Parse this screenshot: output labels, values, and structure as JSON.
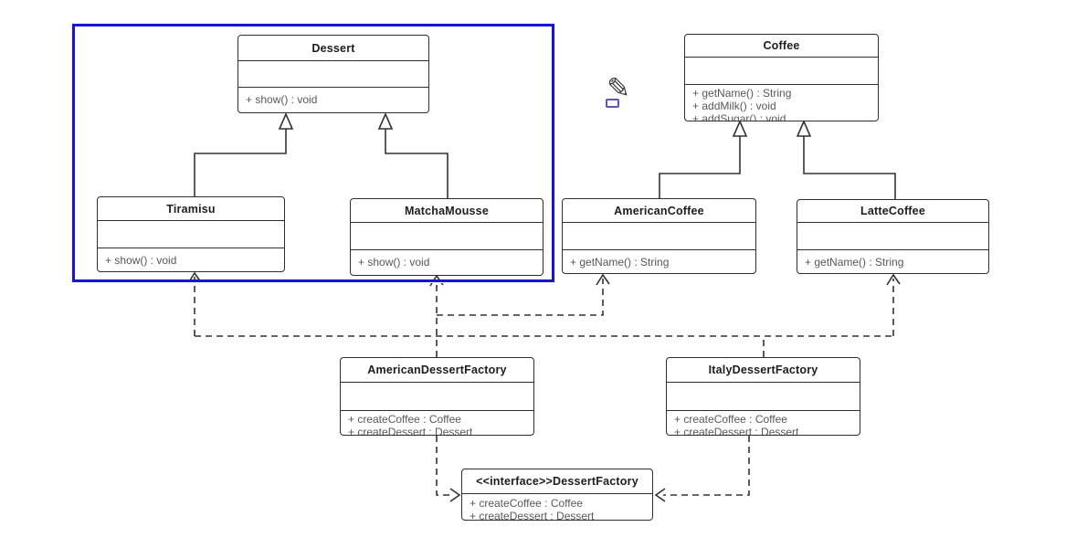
{
  "colors": {
    "selection_blue": "#1414dd",
    "line": "#333333",
    "method_text": "#585858",
    "swatch_border": "#5b55c8"
  },
  "icons": {
    "pencil_glyph": "✎"
  },
  "classes": {
    "dessert": {
      "name": "Dessert",
      "methods": [
        "+ show() : void"
      ]
    },
    "tiramisu": {
      "name": "Tiramisu",
      "methods": [
        "+ show() : void"
      ]
    },
    "matchaMousse": {
      "name": "MatchaMousse",
      "methods": [
        "+ show() : void"
      ]
    },
    "coffee": {
      "name": "Coffee",
      "methods": [
        "+ getName() : String",
        "+ addMilk() : void",
        "+ addSugar() : void"
      ]
    },
    "americanCoffee": {
      "name": "AmericanCoffee",
      "methods": [
        "+ getName() : String"
      ]
    },
    "latteCoffee": {
      "name": "LatteCoffee",
      "methods": [
        "+ getName() : String"
      ]
    },
    "americanDessertFactory": {
      "name": "AmericanDessertFactory",
      "methods": [
        "+ createCoffee : Coffee",
        "+ createDessert : Dessert"
      ]
    },
    "italyDessertFactory": {
      "name": "ItalyDessertFactory",
      "methods": [
        "+ createCoffee : Coffee",
        "+ createDessert : Dessert"
      ]
    },
    "dessertFactoryInterface": {
      "name": "<<interface>>DessertFactory",
      "methods": [
        "+ createCoffee : Coffee",
        "+ createDessert : Dessert"
      ]
    }
  },
  "relationships": [
    {
      "from": "Tiramisu",
      "to": "Dessert",
      "type": "inheritance"
    },
    {
      "from": "MatchaMousse",
      "to": "Dessert",
      "type": "inheritance"
    },
    {
      "from": "AmericanCoffee",
      "to": "Coffee",
      "type": "inheritance"
    },
    {
      "from": "LatteCoffee",
      "to": "Coffee",
      "type": "inheritance"
    },
    {
      "from": "AmericanDessertFactory",
      "to": "MatchaMousse",
      "type": "dependency-dashed"
    },
    {
      "from": "AmericanDessertFactory",
      "to": "AmericanCoffee",
      "type": "dependency-dashed"
    },
    {
      "from": "ItalyDessertFactory",
      "to": "Tiramisu",
      "type": "dependency-dashed"
    },
    {
      "from": "ItalyDessertFactory",
      "to": "LatteCoffee",
      "type": "dependency-dashed"
    },
    {
      "from": "AmericanDessertFactory",
      "to": "<<interface>>DessertFactory",
      "type": "realization-dashed"
    },
    {
      "from": "ItalyDessertFactory",
      "to": "<<interface>>DessertFactory",
      "type": "realization-dashed"
    }
  ]
}
